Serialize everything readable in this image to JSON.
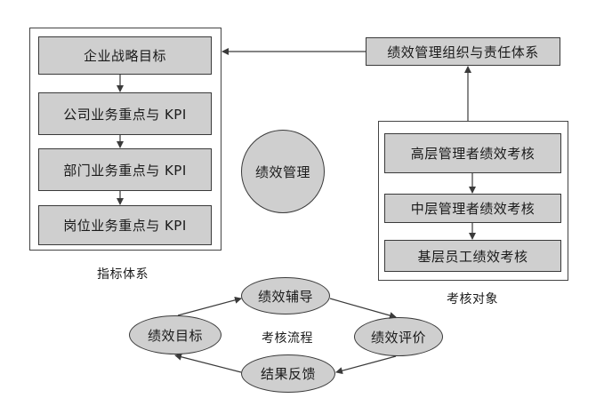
{
  "indicator_system": {
    "boxes": [
      "企业战略目标",
      "公司业务重点与 KPI",
      "部门业务重点与 KPI",
      "岗位业务重点与 KPI"
    ],
    "caption": "指标体系"
  },
  "center_circle": "绩效管理",
  "org_box": "绩效管理组织与责任体系",
  "assessment_objects": {
    "boxes": [
      "高层管理者绩效考核",
      "中层管理者绩效考核",
      "基层员工绩效考核"
    ],
    "caption": "考核对象"
  },
  "process": {
    "center_label": "考核流程",
    "nodes": [
      "绩效目标",
      "绩效辅导",
      "绩效评价",
      "结果反馈"
    ]
  },
  "colors": {
    "box_fill": "#cfcfcf",
    "line": "#3a3a3a"
  }
}
